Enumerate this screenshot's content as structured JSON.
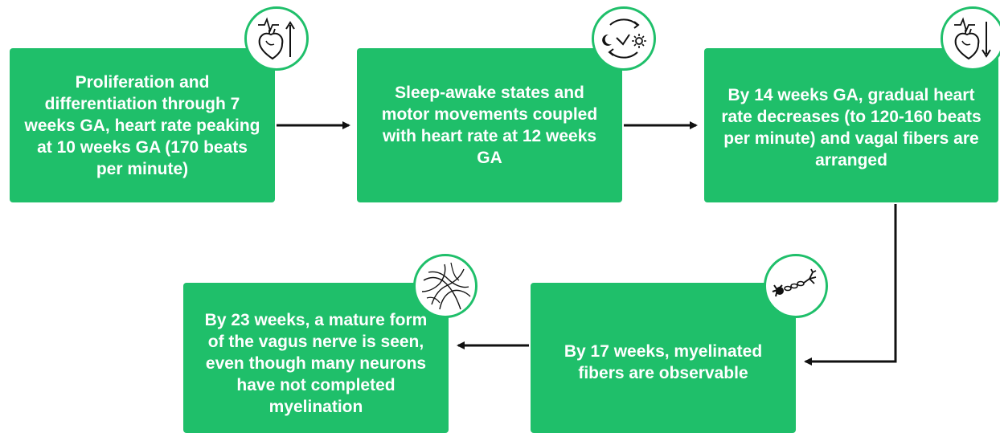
{
  "steps": [
    {
      "text": "Proliferation and differentiation through 7 weeks GA, heart rate peaking at 10 weeks GA (170 beats per minute)",
      "icon": "heart-rate-up-icon"
    },
    {
      "text": "Sleep-awake states and motor movements coupled with heart rate at 12 weeks GA",
      "icon": "sleep-wake-cycle-icon"
    },
    {
      "text": "By 14 weeks GA, gradual heart rate decreases (to 120-160 beats per minute) and vagal fibers are arranged",
      "icon": "heart-rate-down-icon"
    },
    {
      "text": "By 17 weeks, myelinated fibers are observable",
      "icon": "myelinated-neuron-icon"
    },
    {
      "text": "By 23 weeks, a mature form of the vagus nerve is seen, even though many neurons have not completed myelination",
      "icon": "vagus-nerve-icon"
    }
  ],
  "colors": {
    "box": "#1fbf6a",
    "text": "#ffffff",
    "arrow": "#111111"
  }
}
